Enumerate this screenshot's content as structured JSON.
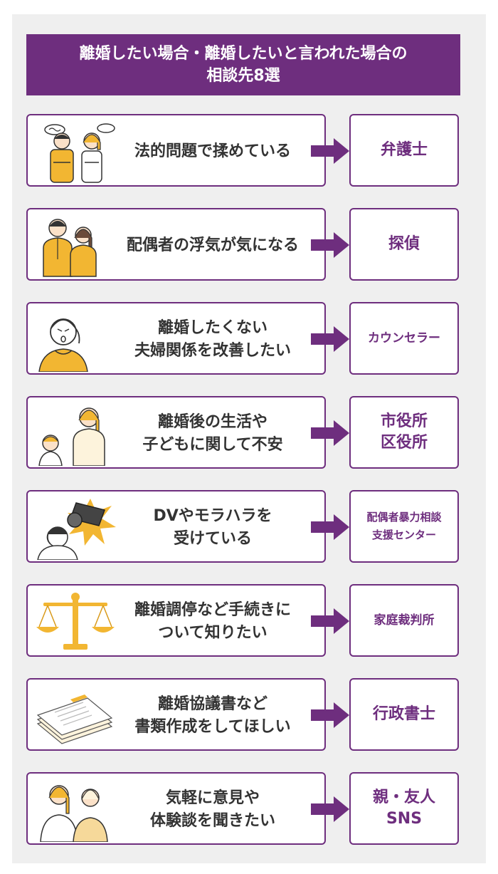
{
  "title": {
    "line1": "離婚したい場合・離婚したいと言われた場合の",
    "line2": "相談先8選"
  },
  "colors": {
    "accent": "#6e2e7e",
    "panel_bg": "#efefef",
    "illustration_yellow": "#f2b632"
  },
  "items": [
    {
      "situation": [
        "法的問題で揉めている"
      ],
      "consult": [
        "弁護士"
      ],
      "icon": "arguing-couple-illustration"
    },
    {
      "situation": [
        "配偶者の浮気が気になる"
      ],
      "consult": [
        "探偵"
      ],
      "icon": "couple-illustration"
    },
    {
      "situation": [
        "離婚したくない",
        "夫婦関係を改善したい"
      ],
      "consult": [
        "カウンセラー"
      ],
      "icon": "worried-woman-illustration"
    },
    {
      "situation": [
        "離婚後の生活や",
        "子どもに関して不安"
      ],
      "consult": [
        "市役所",
        "区役所"
      ],
      "icon": "mother-child-illustration"
    },
    {
      "situation": [
        "DVやモラハラを",
        "受けている"
      ],
      "consult": [
        "配偶者暴力相談",
        "支援センター"
      ],
      "icon": "domestic-violence-illustration"
    },
    {
      "situation": [
        "離婚調停など手続きに",
        "ついて知りたい"
      ],
      "consult": [
        "家庭裁判所"
      ],
      "icon": "scales-illustration"
    },
    {
      "situation": [
        "離婚協議書など",
        "書類作成をしてほしい"
      ],
      "consult": [
        "行政書士"
      ],
      "icon": "documents-illustration"
    },
    {
      "situation": [
        "気軽に意見や",
        "体験談を聞きたい"
      ],
      "consult": [
        "親・友人",
        "SNS"
      ],
      "icon": "friends-illustration"
    }
  ]
}
